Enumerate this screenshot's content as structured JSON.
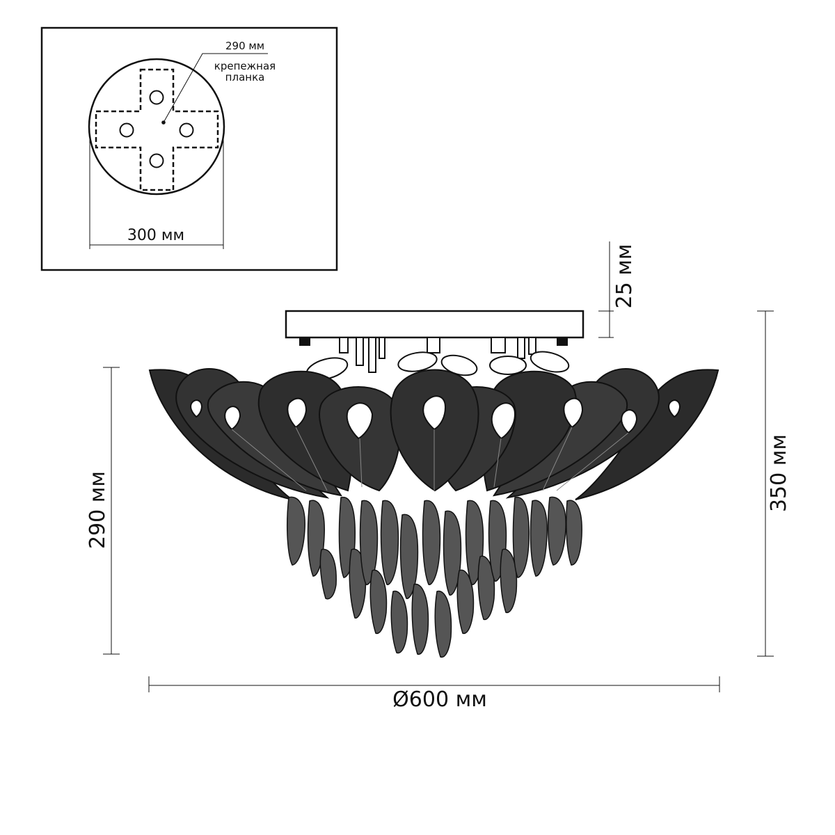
{
  "mount_plate": {
    "callout_size": "290 мм",
    "callout_label_line1": "крепежная",
    "callout_label_line2": "планка",
    "diameter": "300 мм"
  },
  "dimensions": {
    "canopy_height": "25 мм",
    "body_height": "290 мм",
    "total_height": "350 мм",
    "diameter": "Ø600 мм"
  }
}
